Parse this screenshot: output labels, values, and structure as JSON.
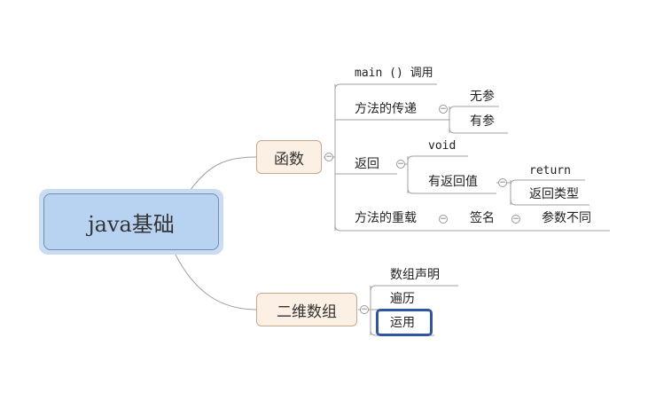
{
  "root": {
    "label": "java基础"
  },
  "topics": {
    "functions": {
      "label": "函数",
      "main_call": "main () 调用",
      "passing": {
        "label": "方法的传递",
        "no_param": "无参",
        "has_param": "有参"
      },
      "returns": {
        "label": "返回",
        "void": "void",
        "has_return": {
          "label": "有返回值",
          "return_kw": "return",
          "return_type": "返回类型"
        }
      },
      "overload": {
        "label": "方法的重载",
        "signature": "签名",
        "params_differ": "参数不同"
      }
    },
    "array2d": {
      "label": "二维数组",
      "declare": "数组声明",
      "traverse": "遍历",
      "use": "运用"
    }
  },
  "collapse_glyph": "−",
  "colors": {
    "root_fill": "#b8d3f1",
    "topic_fill": "#fcefe3",
    "selection": "#2f55a4",
    "line": "#999999"
  }
}
